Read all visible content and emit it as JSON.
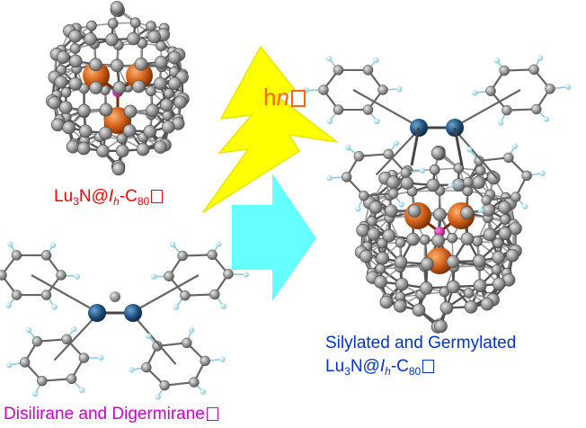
{
  "colors": {
    "red_label": "#ff0000",
    "blue_label": "#0033cc",
    "magenta_label": "#cc00cc",
    "carbon": "#8c8c8c",
    "lutetium": "#c85a10",
    "nitrogen": "#d030b0",
    "si_ge": "#1d4f7a",
    "hydrogen": "#9ed7e6",
    "bolt_fill": "#ffff00",
    "bolt_edge": "#e0e000",
    "arrow_fill": "#66ffff",
    "hv_color": "#ff6600"
  },
  "labels": {
    "hv_h": "h",
    "hv_nu": "n",
    "lu3n_a": "Lu",
    "lu3n_sub3": "3",
    "lu3n_b": "N@",
    "lu3n_I": "I",
    "lu3n_subh": "h",
    "lu3n_c": "-C",
    "lu3n_sub80": "80",
    "product_line1": "Silylated and Germylated",
    "product_a": "Lu",
    "product_sub3": "3",
    "product_b": "N@",
    "product_I": "I",
    "product_subh": "h",
    "product_c": "-C",
    "product_sub80": "80",
    "reagent": "Disilirane and Digermirane"
  }
}
